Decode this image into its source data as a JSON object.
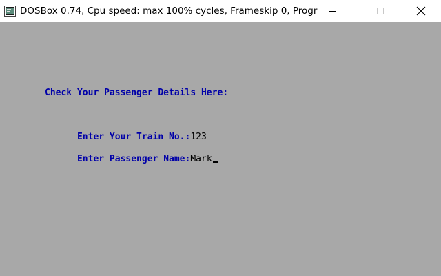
{
  "window": {
    "title": "DOSBox 0.74, Cpu speed: max 100% cycles, Frameskip  0, Progra...",
    "icon": "dosbox-app-icon",
    "controls": {
      "minimize_icon": "minimize-icon",
      "maximize_icon": "maximize-icon",
      "close_icon": "close-icon"
    }
  },
  "screen": {
    "background": "#a8a8a8",
    "prompt_color": "#0000a8",
    "heading": "Check Your Passenger Details Here:",
    "train_prompt": "Enter Your Train No.:",
    "train_value": "123",
    "name_prompt": "Enter Passenger Name:",
    "name_value": "Mark"
  }
}
